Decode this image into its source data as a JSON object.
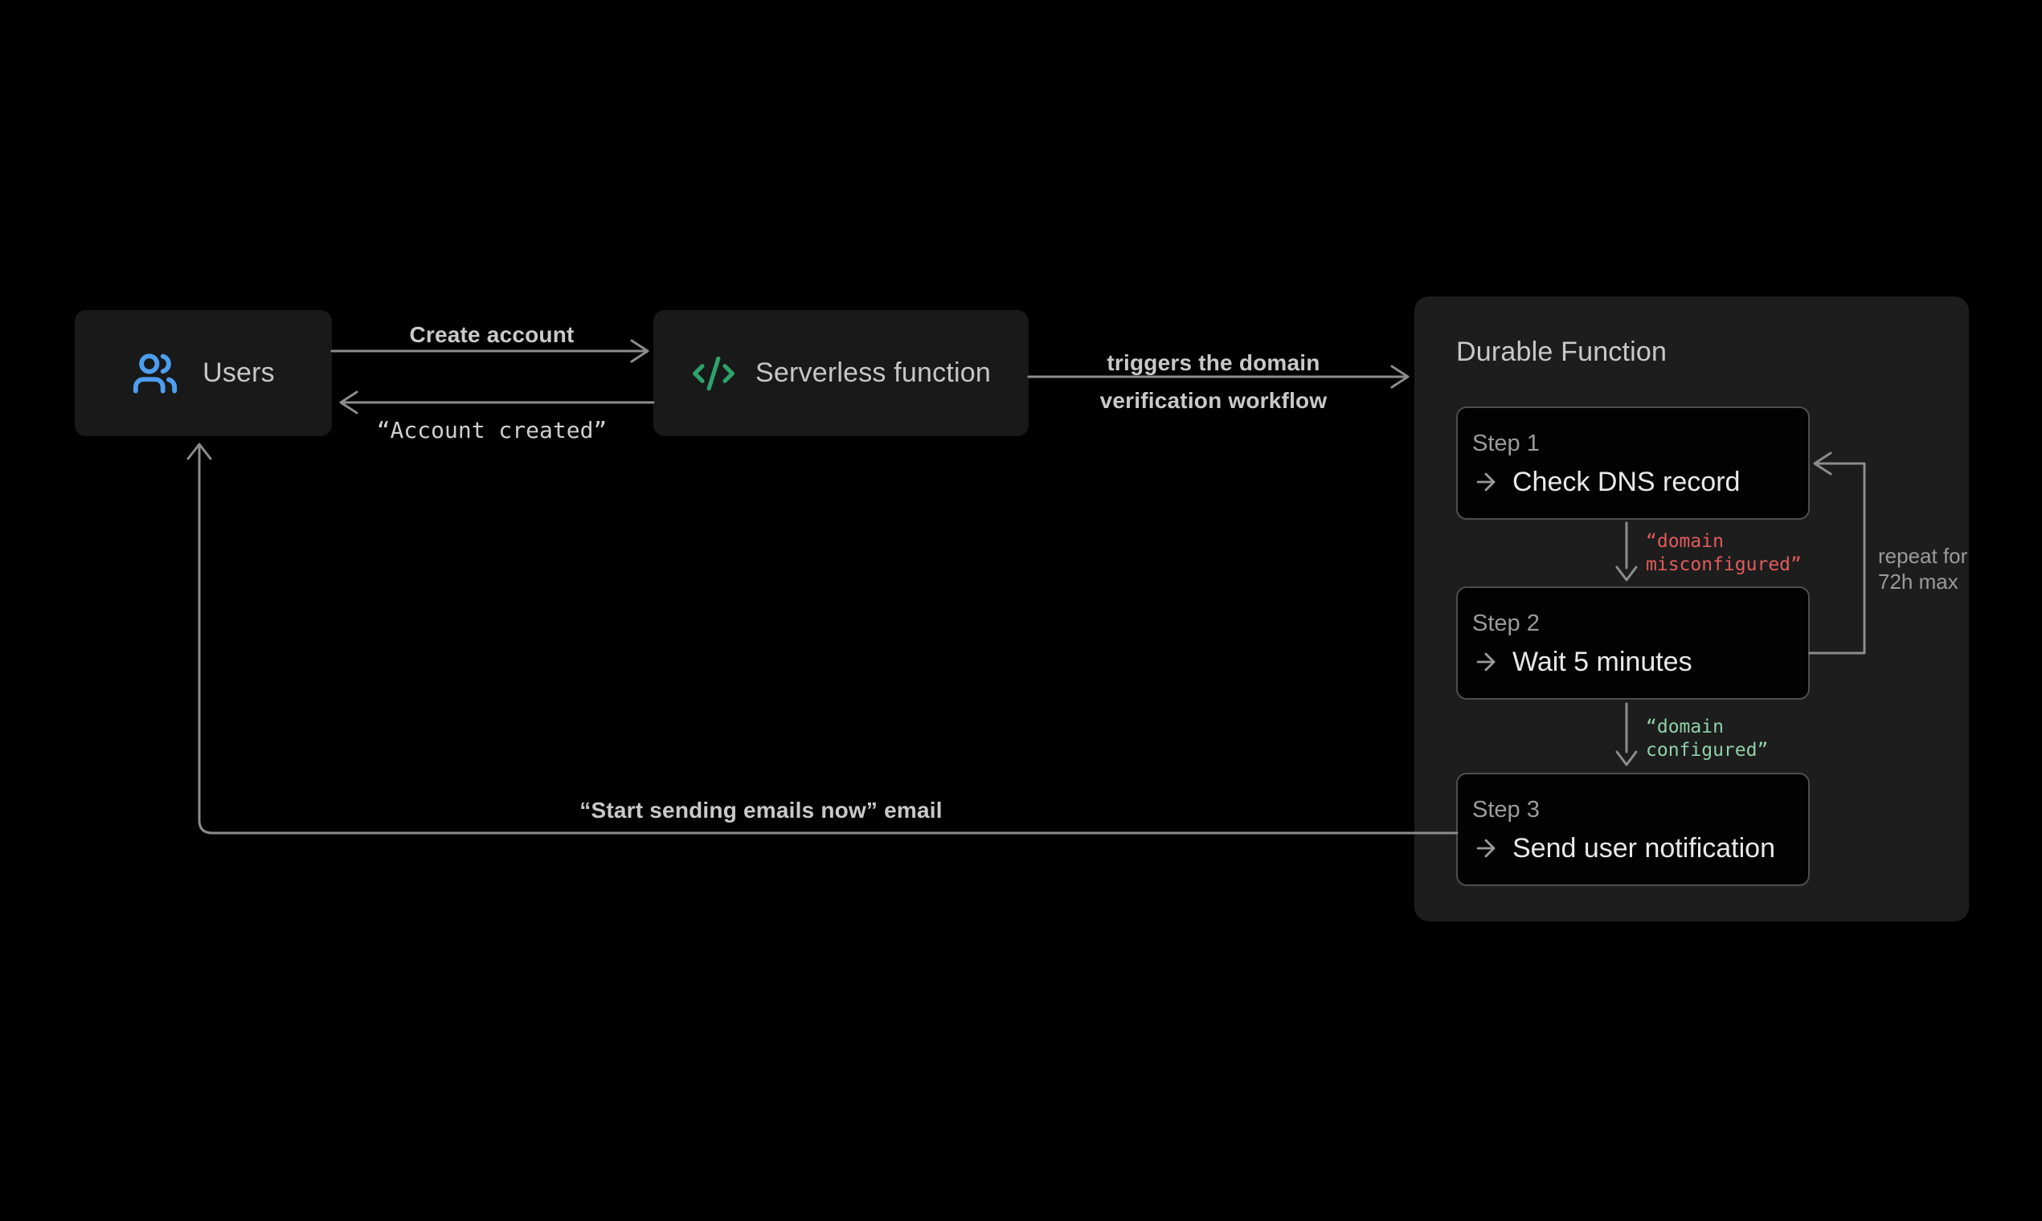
{
  "colors": {
    "background": "#000000",
    "node_bg": "#191919",
    "panel_bg": "#1d1d1d",
    "step_bg": "#020202",
    "step_border": "#4e4e4e",
    "line": "#8c8c8c",
    "text_primary": "#e9e9e9",
    "text_secondary": "#c9c9c9",
    "text_muted": "#9b9b9b",
    "blue": "#4d9eef",
    "green": "#2ea26b",
    "red": "#e05b5b",
    "mint": "#8fd0a9"
  },
  "nodes": {
    "users": {
      "label": "Users",
      "icon": "users-icon"
    },
    "serverless": {
      "label": "Serverless function",
      "icon": "code-icon"
    }
  },
  "durable_function": {
    "title": "Durable Function",
    "steps": [
      {
        "step": "Step 1",
        "action": "Check DNS record"
      },
      {
        "step": "Step 2",
        "action": "Wait 5 minutes"
      },
      {
        "step": "Step 3",
        "action": "Send user notification"
      }
    ],
    "transitions": [
      {
        "label": "“domain\nmisconfigured”",
        "color": "#e05b5b"
      },
      {
        "label": "“domain\nconfigured”",
        "color": "#8fd0a9"
      }
    ],
    "loop_label": "repeat for\n72h max"
  },
  "edges": {
    "create_account": "Create account",
    "account_created": "“Account created”",
    "triggers": "triggers the domain\nverification workflow",
    "start_emails": "“Start sending emails now” email"
  }
}
